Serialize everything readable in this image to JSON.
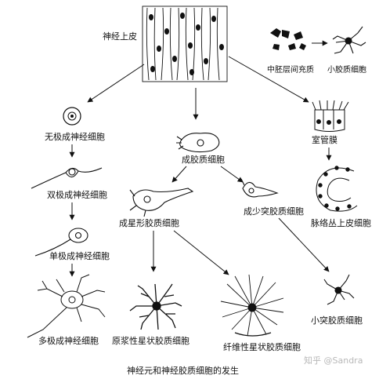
{
  "labels": {
    "neural_epithelium": "神经上皮",
    "mesenchyme": "中胚层间充质",
    "microglia": "小胶质细胞",
    "apolar_neuroblast": "无极成神经细胞",
    "glioblast": "成胶质细胞",
    "ependyma": "室管膜",
    "bipolar_neuroblast": "双极成神经细胞",
    "astroblast": "成星形胶质细胞",
    "oligodendroblast": "成少突胶质细胞",
    "choroid_epithelium": "脉络丛上皮细胞",
    "unipolar_neuroblast": "单极成神经细胞",
    "multipolar_neuroblast": "多极成神经细胞",
    "protoplasmic_astrocyte": "原浆性星状胶质细胞",
    "fibrous_astrocyte": "纤维性星状胶质细胞",
    "oligodendrocyte": "小突胶质细胞",
    "caption": "神经元和神经胶质细胞的发生",
    "watermark": "知乎 @Sandra"
  },
  "colors": {
    "ink": "#111111",
    "watermark": "#b8b8b8"
  }
}
